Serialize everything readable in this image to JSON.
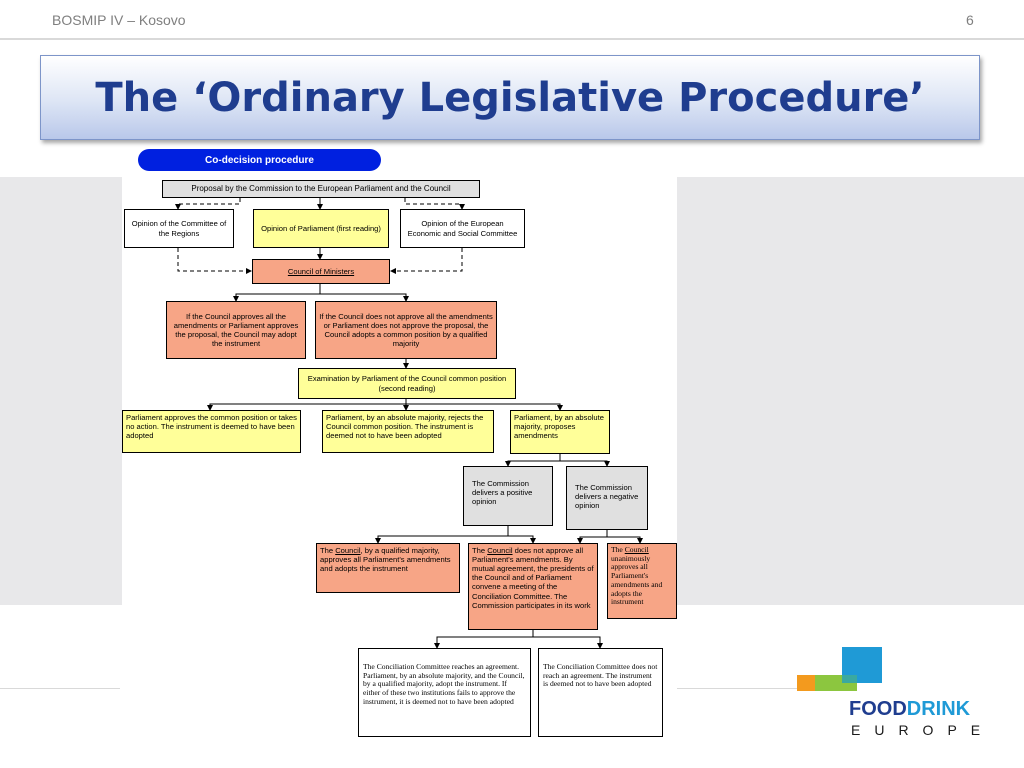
{
  "header": {
    "left_text": "BOSMIP IV – Kosovo",
    "page_number": "6"
  },
  "title": "The ‘Ordinary Legislative Procedure’",
  "diagram": {
    "pill_label": "Co-decision procedure",
    "proposal": "Proposal by the Commission to the European Parliament and the Council",
    "opinion_regions": "Opinion of the Committee of the Regions",
    "opinion_parliament": "Opinion of Parliament (first reading)",
    "opinion_esc": "Opinion of the European Economic and Social Committee",
    "council": "Council of Ministers",
    "council_approves": "If the Council approves all the amendments or Parliament approves the proposal, the Council may adopt the instrument",
    "council_not_approve": "If the Council does not approve all the amendments or Parliament does not approve the proposal, the Council adopts a common position by a qualified majority",
    "second_reading": "Examination by Parliament of the Council common position (second reading)",
    "parl_approves": "Parliament approves the common position or takes no action. The instrument is deemed to have been adopted",
    "parl_rejects": "Parliament, by an absolute majority, rejects the Council common position. The instrument is deemed not to have been adopted",
    "parl_amends": "Parliament, by an absolute majority, proposes amendments",
    "commission_positive": "The Commission delivers a positive opinion",
    "commission_negative": "The Commission delivers a negative opinion",
    "council_word": "Council",
    "council_qm_pre": "The ",
    "council_qm_post": ", by a qualified majority, approves all Parliament's amendments and adopts the instrument",
    "council_conc_pre": "The ",
    "council_conc_post": " does not approve all Parliament's amendments. By mutual agreement, the presidents of the Council and of Parliament convene a meeting of the Conciliation Committee. The Commission participates in its work",
    "council_unan_pre": "The ",
    "council_unan_post": " unanimously approves all Parliament's amendments and adopts the instrument",
    "conc_agree": "The Conciliation Committee reaches an agreement. Parliament, by an absolute majority, and the Council, by a qualified majority, adopt the instrument. If either of these two institutions fails to approve the instrument, it is deemed not to have been adopted",
    "conc_no_agree": "The Conciliation Committee does not reach an agreement. The instrument is deemed not to have been adopted"
  },
  "logo": {
    "line1_a": "FOOD",
    "line1_b": "DRINK",
    "line2": "EUROPE",
    "colors": {
      "orange": "#f39a1e",
      "green": "#8cc63f",
      "blue": "#1f9ad6",
      "navy": "#1f3d8f"
    }
  }
}
